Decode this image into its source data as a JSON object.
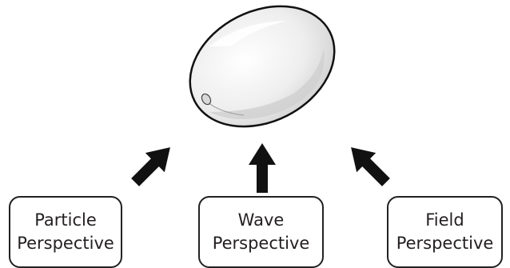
{
  "boxes": {
    "particle": {
      "label": "Particle\nPerspective"
    },
    "wave": {
      "label": "Wave\nPerspective"
    },
    "field": {
      "label": "Field\nPerspective"
    }
  },
  "colors": {
    "outline": "#222222",
    "arrow": "#111111",
    "egg_fill": "#e6e6e6",
    "text": "#231f20"
  },
  "icons": {
    "central": "egg-icon",
    "arrows": [
      "arrow-up-right-icon",
      "arrow-up-icon",
      "arrow-up-left-icon"
    ]
  }
}
